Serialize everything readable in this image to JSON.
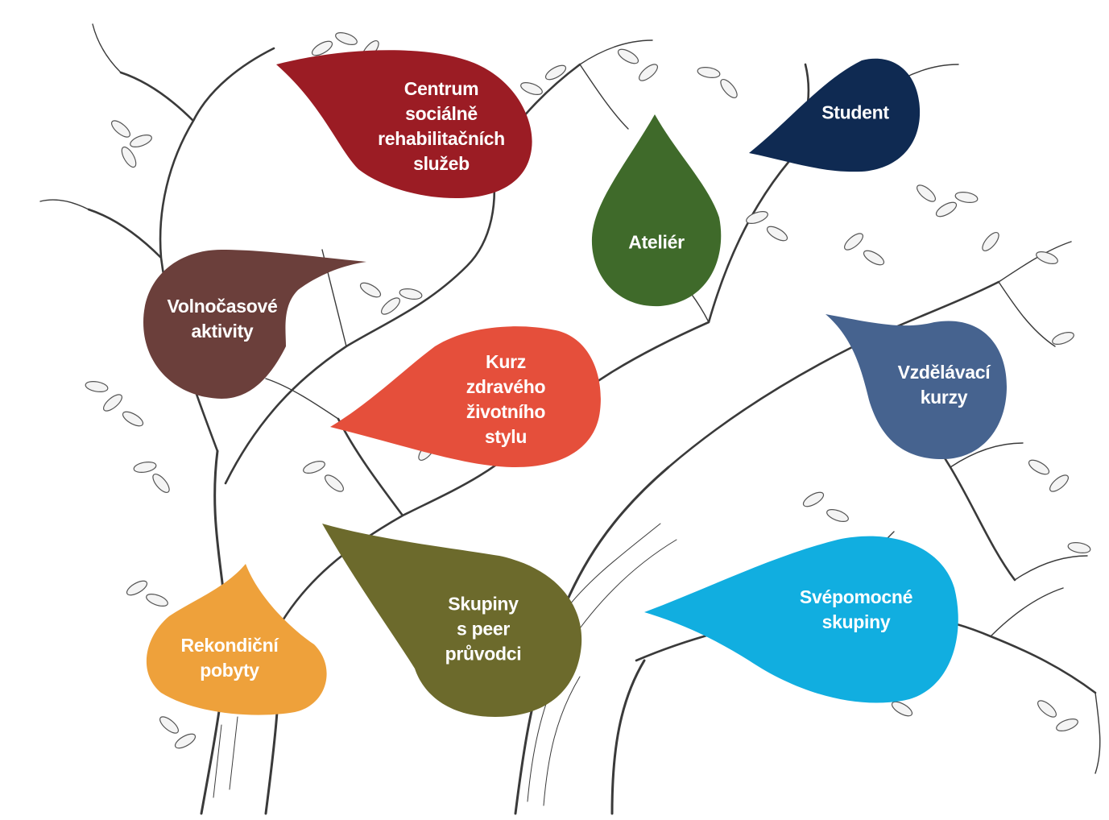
{
  "diagram": {
    "background": "#ffffff",
    "illustration": "hand-drawn-tree",
    "nodes": [
      {
        "id": "centrum",
        "text": "Centrum\nsociálně\nrehabilitačních\nslužeb",
        "color": "#9b1c24"
      },
      {
        "id": "student",
        "text": "Student",
        "color": "#0f2a52"
      },
      {
        "id": "atelier",
        "text": "Ateliér",
        "color": "#3f6a2a"
      },
      {
        "id": "volnocasove",
        "text": "Volnočasové\naktivity",
        "color": "#6b3f3b"
      },
      {
        "id": "kurz",
        "text": "Kurz\nzdravého\nživotního\nstylu",
        "color": "#e54f3b"
      },
      {
        "id": "vzdelavaci",
        "text": "Vzdělávací\nkurzy",
        "color": "#46638f"
      },
      {
        "id": "skupiny-peer",
        "text": "Skupiny\ns peer\nprůvodci",
        "color": "#6c6a2c"
      },
      {
        "id": "svepomocne",
        "text": "Svépomocné\nskupiny",
        "color": "#11aee0"
      },
      {
        "id": "rekondicni",
        "text": "Rekondiční\npobyty",
        "color": "#eea13b"
      }
    ]
  }
}
